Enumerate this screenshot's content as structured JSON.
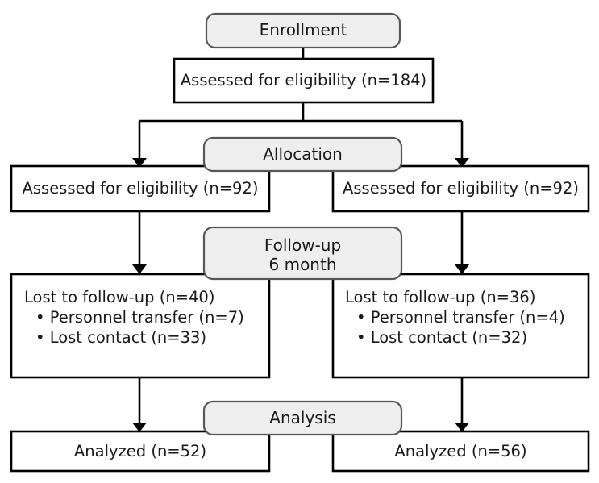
{
  "diagram": {
    "type": "consort-flow-diagram",
    "title": "",
    "stages": [
      {
        "id": "enrollment",
        "label": "Enrollment"
      },
      {
        "id": "allocation",
        "label": "Allocation"
      },
      {
        "id": "followup",
        "label": "Follow-up\n6 month"
      },
      {
        "id": "analysis",
        "label": "Analysis"
      }
    ],
    "nodes": {
      "assessed_total": {
        "text": "Assessed for eligibility (n=184)",
        "n": 184
      },
      "alloc_left": {
        "text": "Assessed for eligibility (n=92)",
        "n": 92
      },
      "alloc_right": {
        "text": "Assessed for eligibility (n=92)",
        "n": 92
      },
      "followup_left": {
        "heading": "Lost to follow-up (n=40)",
        "n": 40,
        "items": [
          "• Personnel transfer (n=7)",
          "• Lost contact (n=33)"
        ]
      },
      "followup_right": {
        "heading": "Lost to follow-up (n=36)",
        "n": 36,
        "items": [
          "• Personnel transfer (n=4)",
          "• Lost contact (n=32)"
        ]
      },
      "analysis_left": {
        "text": "Analyzed (n=52)",
        "n": 52
      },
      "analysis_right": {
        "text": "Analyzed (n=56)",
        "n": 56
      }
    },
    "colors": {
      "stage_fill": "#eeeeee",
      "stage_stroke": "#575757",
      "box_fill": "#ffffff",
      "box_stroke": "#000000",
      "connector": "#000000",
      "text": "#1a1a1a",
      "background": "#ffffff"
    }
  },
  "chart_data": {
    "type": "diagram",
    "title": "CONSORT participant flow diagram",
    "stages": [
      "Enrollment",
      "Allocation",
      "Follow-up 6 month",
      "Analysis"
    ],
    "nodes": [
      {
        "stage": "Enrollment",
        "arm": "all",
        "label": "Assessed for eligibility",
        "n": 184
      },
      {
        "stage": "Allocation",
        "arm": "left",
        "label": "Assessed for eligibility",
        "n": 92
      },
      {
        "stage": "Allocation",
        "arm": "right",
        "label": "Assessed for eligibility",
        "n": 92
      },
      {
        "stage": "Follow-up 6 month",
        "arm": "left",
        "label": "Lost to follow-up",
        "n": 40,
        "reasons": [
          {
            "label": "Personnel transfer",
            "n": 7
          },
          {
            "label": "Lost contact",
            "n": 33
          }
        ]
      },
      {
        "stage": "Follow-up 6 month",
        "arm": "right",
        "label": "Lost to follow-up",
        "n": 36,
        "reasons": [
          {
            "label": "Personnel transfer",
            "n": 4
          },
          {
            "label": "Lost contact",
            "n": 32
          }
        ]
      },
      {
        "stage": "Analysis",
        "arm": "left",
        "label": "Analyzed",
        "n": 52
      },
      {
        "stage": "Analysis",
        "arm": "right",
        "label": "Analyzed",
        "n": 56
      }
    ]
  }
}
